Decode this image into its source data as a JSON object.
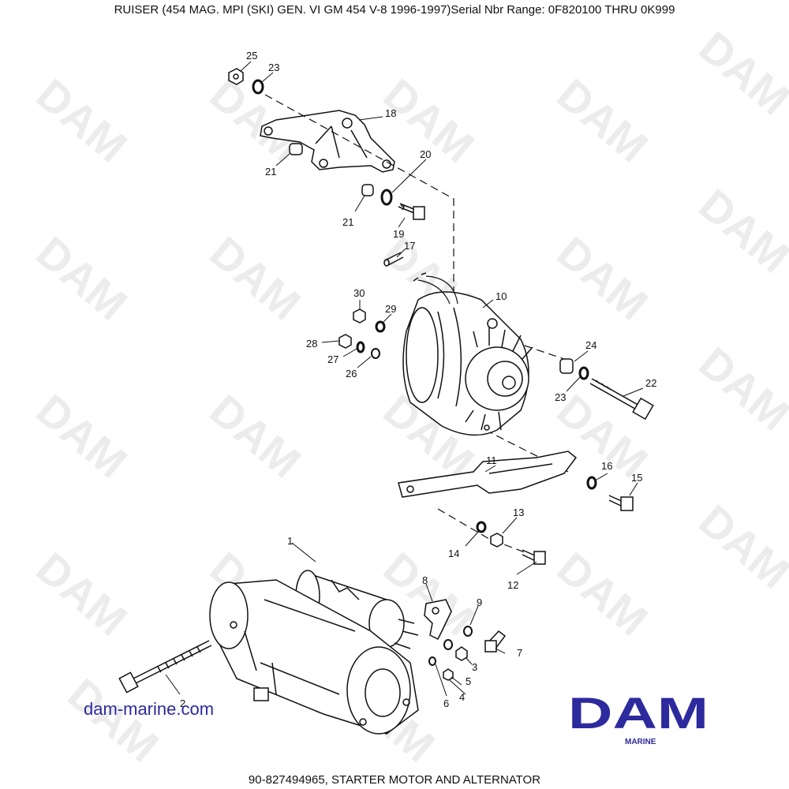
{
  "header": {
    "title": "RUISER (454 MAG. MPI (SKI) GEN. VI  GM 454 V-8 1996-1997)Serial Nbr Range: 0F820100 THRU 0K999"
  },
  "footer": {
    "caption": "90-827494965, STARTER MOTOR AND ALTERNATOR"
  },
  "website": "dam-marine.com",
  "logo": {
    "main": "DAM",
    "sub": "MARINE",
    "color": "#2d2a9e"
  },
  "watermark": "DAM",
  "callouts": {
    "c1": "1",
    "c2": "2",
    "c3": "3",
    "c4": "4",
    "c5": "5",
    "c6": "6",
    "c7": "7",
    "c8": "8",
    "c9": "9",
    "c10": "10",
    "c11": "11",
    "c12": "12",
    "c13": "13",
    "c14": "14",
    "c15": "15",
    "c16": "16",
    "c17": "17",
    "c18": "18",
    "c19": "19",
    "c20": "20",
    "c21a": "21",
    "c21b": "21",
    "c22": "22",
    "c23a": "23",
    "c23b": "23",
    "c24": "24",
    "c25": "25",
    "c26": "26",
    "c27": "27",
    "c28": "28",
    "c29": "29",
    "c30": "30"
  }
}
